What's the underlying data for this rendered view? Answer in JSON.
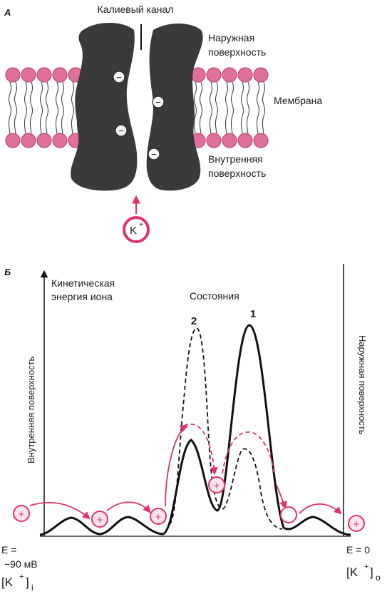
{
  "panel_a": {
    "letter": "А",
    "title": "Калиевый канал",
    "outer_surface": [
      "Наружная",
      "поверхность"
    ],
    "membrane": "Мембрана",
    "inner_surface": [
      "Внутренняя",
      "поверхность"
    ],
    "ion": "K",
    "ion_sup": "+",
    "charge_symbol": "−"
  },
  "panel_b": {
    "letter": "Б",
    "kinetic_energy": [
      "Кинетическая",
      "энергия иона"
    ],
    "states": "Состояния",
    "state_1": "1",
    "state_2": "2",
    "left_axis_label": "Внутренняя поверхность",
    "right_axis_label": "Наружная поверхность",
    "e_left": [
      "E =",
      "−90 мВ"
    ],
    "e_right": "E = 0",
    "conc_left": {
      "pre": "[K",
      "sup": "+",
      "post": "]",
      "sub": "i"
    },
    "conc_right": {
      "pre": "[K",
      "sup": "+",
      "post": "]",
      "sub": "o"
    },
    "ion_symbol": "+"
  },
  "colors": {
    "protein": "#3a3a3a",
    "lipid_head": "#e0709a",
    "lipid_head_stroke": "#b84a75",
    "ion_pink": "#e0336a",
    "ion_fill": "#fbe4ec",
    "line": "#111111"
  }
}
